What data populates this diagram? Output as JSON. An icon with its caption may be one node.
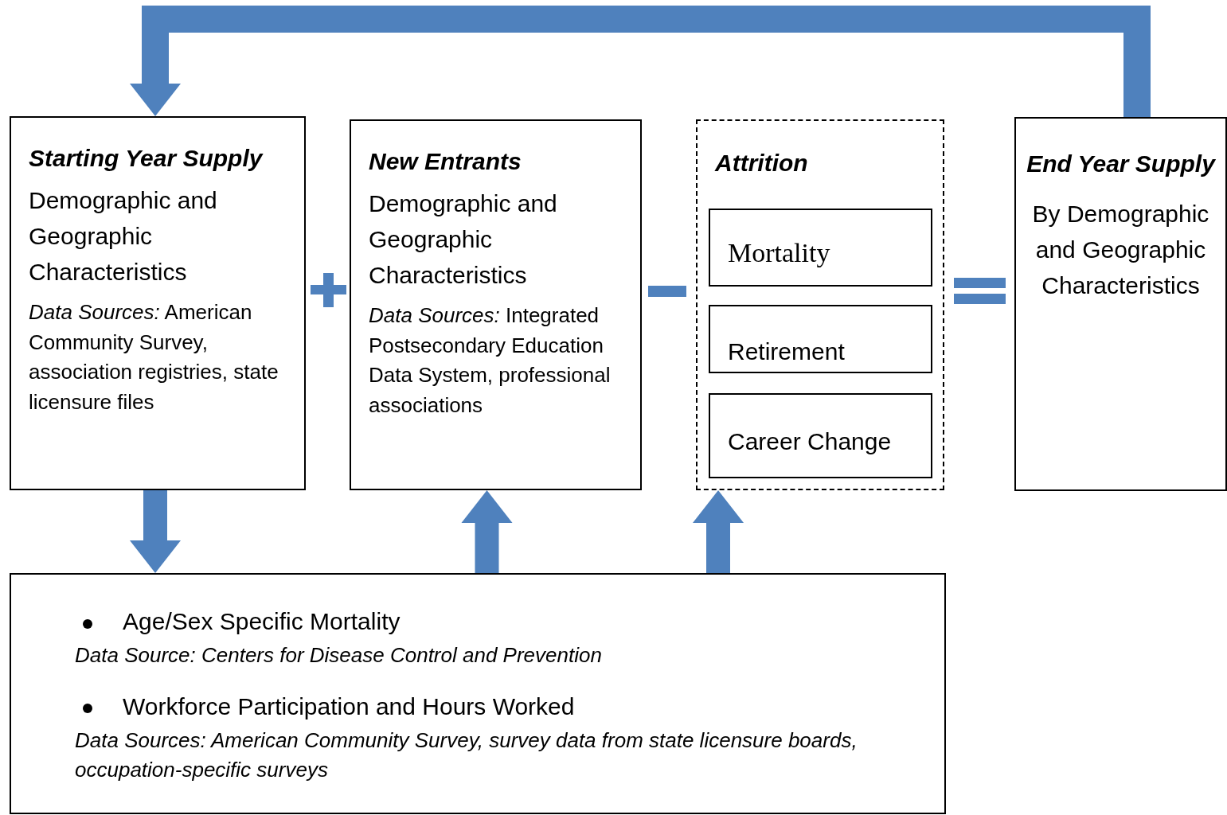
{
  "diagram": {
    "nodes": [
      {
        "text": [
          "Starting Year Supply",
          "Demographic and Geographic Characteristics",
          "*Data Sources:* American Community Survey, association registries, state licensure files"
        ]
      },
      {
        "text": [
          "New Entrants",
          "Demographic and Geographic Characteristics",
          "*Data Sources:* Integrated Postsecondary Education Data System, professional associations"
        ]
      },
      {
        "text": [
          "Attrition"
        ]
      },
      {
        "text": [
          "Mortality"
        ],
        "in": 2
      },
      {
        "text": [
          "Retirement"
        ],
        "in": 2
      },
      {
        "text": [
          "Career Change"
        ],
        "in": 2
      },
      {
        "text": [
          "End Year Supply",
          "By Demographic and Geographic Characteristics"
        ]
      },
      {
        "text": [
          "Age/Sex Specific Mortality",
          "Data Source: Centers for Disease Control and Prevention",
          "Workforce Participation and Hours Worked",
          "Data Sources: American Community Survey, survey data from state licensure boards, occupation-specific surveys"
        ]
      }
    ],
    "edges": [
      {
        "from": 6,
        "to": 0,
        "arrow": "to"
      },
      {
        "from": 0,
        "to": 7,
        "arrow": "to"
      },
      {
        "from": 7,
        "to": 1,
        "arrow": "to"
      },
      {
        "from": 7,
        "to": 2,
        "arrow": "to"
      }
    ]
  }
}
